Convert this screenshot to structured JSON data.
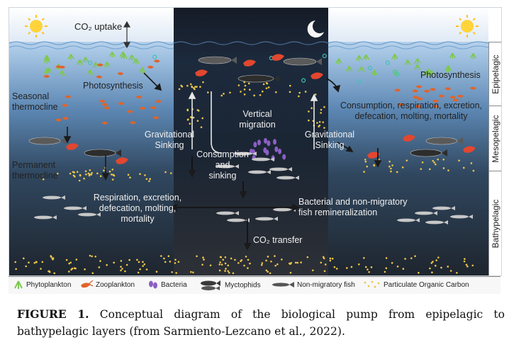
{
  "diagram": {
    "labels": {
      "co2_uptake": "CO₂ uptake",
      "photosynthesis_left": "Photosynthesis",
      "photosynthesis_right": "Photosynthesis",
      "seasonal_thermocline": "Seasonal\nthermocline",
      "permanent_thermocline": "Permanent\nthermocline",
      "vertical_migration": "Vertical\nmigration",
      "gravitational_sinking_left": "Gravitational\nSinking",
      "gravitational_sinking_right": "Gravitational\nSinking",
      "consumption_and_sinking": "Consumption\nand\nsinking",
      "consumption_right": "Consumption, respiration, excretion,\ndefecation, molting, mortality",
      "respiration_left": "Respiration, excretion,\ndefecation, molting,\nmortality",
      "bacterial_remineralization": "Bacterial and non-migratory\nfish remineralization",
      "co2_transfer": "CO₂ transfer"
    },
    "layers": [
      "Epipelagic",
      "Mesopelagic",
      "Bathypelagic"
    ]
  },
  "legend": [
    {
      "label": "Phytoplankton",
      "icon": "phytoplankton-icon",
      "color": "#7ec850"
    },
    {
      "label": "Zooplankton",
      "icon": "zooplankton-icon",
      "color": "#e0642a"
    },
    {
      "label": "Bacteria",
      "icon": "bacteria-icon",
      "color": "#8a5fc4"
    },
    {
      "label": "Myctophids",
      "icon": "myctophid-icon",
      "color": "#3a3a3a"
    },
    {
      "label": "Non-migratory fish",
      "icon": "fish-icon",
      "color": "#555555"
    },
    {
      "label": "Particulate Organic Carbon",
      "icon": "poc-icon",
      "color": "#e8c23a"
    }
  ],
  "caption": {
    "label": "FIGURE 1.",
    "text": " Conceptual diagram of the biological pump from epipelagic to bathypelagic layers (from Sarmiento-Lezcano et  al., 2022)."
  },
  "colors": {
    "day_sky": "#f4f7fb",
    "ocean_top": "#9fc0e0",
    "ocean_deep": "#1c2a3a",
    "night_top": "#1a1f2c",
    "night_bottom": "#2a2f3a",
    "poc": "#f0c64a"
  }
}
